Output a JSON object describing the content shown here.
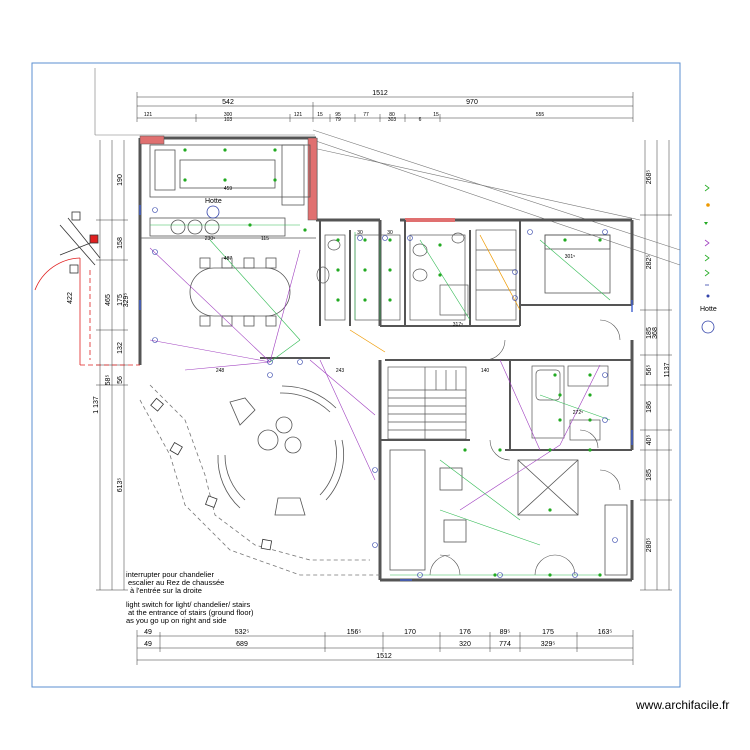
{
  "watermark": "www.archifacile.fr",
  "colors": {
    "frame": "#5b8fd0",
    "wall": "#555555",
    "wall_red": "#e07070",
    "light_green": "#22aa22",
    "wire_purple": "#a040c0",
    "wire_green": "#33bb55",
    "wire_orange": "#ee9900",
    "dim_line": "#333333",
    "window_blue": "#4060d0",
    "door_red": "#e02020"
  },
  "legend": {
    "hood_label": "Hotte",
    "symbols": [
      "light-point-icon",
      "socket-icon",
      "switch-icon",
      "wire-icon"
    ]
  },
  "plan": {
    "hood_label": "Hotte"
  },
  "top_dims": {
    "total": "1512",
    "left": "542",
    "right": "970",
    "sub": [
      "121",
      "300",
      "121",
      "15",
      "95",
      "77",
      "80",
      "15",
      "555"
    ],
    "sub2": [
      "103",
      "79",
      "303",
      "6"
    ]
  },
  "bottom_dims": {
    "row1": [
      "49",
      "532⁵",
      "156⁵",
      "170",
      "176",
      "89⁵",
      "175",
      "163⁵"
    ],
    "row2": [
      "49",
      "689",
      "320",
      "774",
      "329⁵"
    ],
    "total": "1512"
  },
  "left_dims": [
    "190",
    "158",
    "465",
    "175",
    "329⁵",
    "132",
    "422",
    "58⁵",
    "1 137",
    "613⁵",
    "56"
  ],
  "right_dims": [
    "268⁵",
    "282⁵",
    "185",
    "368",
    "56⁵",
    "186",
    "40⁵",
    "185",
    "280⁵",
    "1137"
  ],
  "interior_dims": [
    "487",
    "230⁵",
    "115",
    "459",
    "243",
    "140",
    "317⁵",
    "301⁵",
    "272⁵",
    "248",
    "30",
    "30"
  ],
  "note_fr": [
    "interrupter pour chandelier",
    "escalier au Rez de chaussée",
    "à l'entrée sur la droite"
  ],
  "note_en": [
    "light switch for light/ chandelier/ stairs",
    "at the entrance of stairs (ground floor)",
    "as you go up on right and side"
  ]
}
